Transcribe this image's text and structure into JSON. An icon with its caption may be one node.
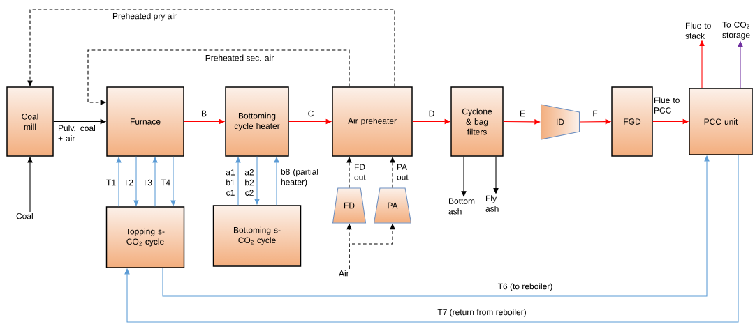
{
  "diagram": {
    "nodes": [
      {
        "text": [
          "Coal mill"
        ]
      },
      {
        "text": [
          "Furnace"
        ]
      },
      {
        "text": [
          "Bottoming cycle heater"
        ]
      },
      {
        "text": [
          "Air preheater"
        ]
      },
      {
        "text": [
          "Cyclone & bag filters"
        ]
      },
      {
        "text": [
          "ID"
        ]
      },
      {
        "text": [
          "FGD"
        ]
      },
      {
        "text": [
          "PCC unit"
        ]
      },
      {
        "text": [
          "Topping s-CO$_{2}$ cycle"
        ]
      },
      {
        "text": [
          "Bottoming s-CO$_{2}$ cycle"
        ]
      },
      {
        "text": [
          "FD"
        ]
      },
      {
        "text": [
          "PA"
        ]
      },
      {
        "text": [
          "Coal"
        ]
      },
      {
        "text": [
          "Bottom ash"
        ]
      },
      {
        "text": [
          "Fly ash"
        ]
      },
      {
        "text": [
          "Flue to stack"
        ]
      },
      {
        "text": [
          "To CO$_{2}$ storage"
        ]
      },
      {
        "text": [
          "Air"
        ]
      }
    ],
    "edges": [
      {
        "from": 12,
        "to": 0,
        "arrow": "to"
      },
      {
        "from": 0,
        "to": 1,
        "arrow": "to",
        "label": "Pulv. coal + air"
      },
      {
        "from": 1,
        "to": 2,
        "arrow": "to",
        "label": "B",
        "color": "#ff0000"
      },
      {
        "from": 2,
        "to": 3,
        "arrow": "to",
        "label": "C",
        "color": "#ff0000"
      },
      {
        "from": 3,
        "to": 4,
        "arrow": "to",
        "label": "D",
        "color": "#ff0000"
      },
      {
        "from": 4,
        "to": 5,
        "arrow": "to",
        "label": "E",
        "color": "#ff0000"
      },
      {
        "from": 5,
        "to": 6,
        "arrow": "to",
        "label": "F",
        "color": "#ff0000"
      },
      {
        "from": 6,
        "to": 7,
        "arrow": "to",
        "label": "Flue to PCC",
        "color": "#ff0000"
      },
      {
        "from": 7,
        "to": 15,
        "arrow": "to",
        "color": "#ff0000"
      },
      {
        "from": 7,
        "to": 16,
        "arrow": "to",
        "color": "#7030a0"
      },
      {
        "from": 4,
        "to": 13,
        "arrow": "to"
      },
      {
        "from": 4,
        "to": 14,
        "arrow": "to"
      },
      {
        "from": 3,
        "to": 0,
        "arrow": "to",
        "label": "Preheated pry air",
        "style": "dashed"
      },
      {
        "from": 3,
        "to": 1,
        "arrow": "to",
        "label": "Preheated sec. air",
        "style": "dashed"
      },
      {
        "from": 10,
        "to": 3,
        "arrow": "to",
        "label": "FD out",
        "style": "dashed"
      },
      {
        "from": 11,
        "to": 3,
        "arrow": "to",
        "label": "PA out",
        "style": "dashed"
      },
      {
        "from": 17,
        "to": 10,
        "arrow": "to",
        "style": "dashed"
      },
      {
        "from": 17,
        "to": 11,
        "arrow": "to",
        "style": "dashed"
      },
      {
        "from": 8,
        "to": 1,
        "arrow": "to",
        "label": "T1",
        "color": "#5b9bd5"
      },
      {
        "from": 1,
        "to": 8,
        "arrow": "to",
        "label": "T2",
        "color": "#5b9bd5"
      },
      {
        "from": 8,
        "to": 1,
        "arrow": "to",
        "label": "T3",
        "color": "#5b9bd5"
      },
      {
        "from": 1,
        "to": 8,
        "arrow": "to",
        "label": "T4",
        "color": "#5b9bd5"
      },
      {
        "from": 9,
        "to": 2,
        "arrow": "to",
        "label": "a1 b1 c1",
        "color": "#5b9bd5"
      },
      {
        "from": 2,
        "to": 9,
        "arrow": "to",
        "label": "a2 b2 c2",
        "color": "#5b9bd5"
      },
      {
        "from": 9,
        "to": 2,
        "arrow": "to",
        "label": "b8 (partial heater)",
        "color": "#5b9bd5"
      },
      {
        "from": 8,
        "to": 7,
        "arrow": "to",
        "label": "T6 (to reboiler)",
        "color": "#5b9bd5"
      },
      {
        "from": 7,
        "to": 8,
        "arrow": "to",
        "label": "T7 (return from reboiler)",
        "color": "#5b9bd5"
      }
    ]
  }
}
